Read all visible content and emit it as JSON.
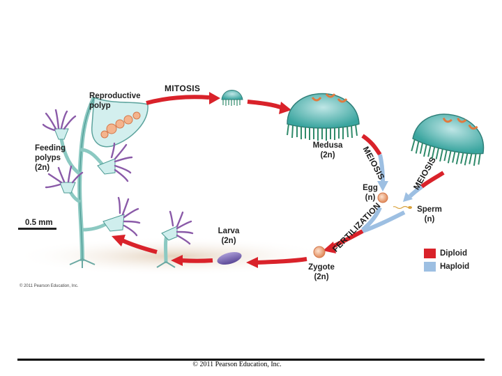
{
  "labels": {
    "reproductive_polyp_1": "Reproductive",
    "reproductive_polyp_2": "polyp",
    "feeding_polyps_1": "Feeding",
    "feeding_polyps_2": "polyps",
    "feeding_polyps_3": "(2n)",
    "scale": "0.5 mm",
    "medusa_1": "Medusa",
    "medusa_2": "(2n)",
    "egg_1": "Egg",
    "egg_2": "(n)",
    "sperm_1": "Sperm",
    "sperm_2": "(n)",
    "zygote_1": "Zygote",
    "zygote_2": "(2n)",
    "larva_1": "Larva",
    "larva_2": "(2n)"
  },
  "processes": {
    "mitosis": "MITOSIS",
    "meiosis_1": "MEIOSIS",
    "meiosis_2": "MEIOSIS",
    "fertilization": "FERTILIZATION"
  },
  "legend": {
    "diploid": {
      "label": "Diploid",
      "color": "#d9222a"
    },
    "haploid": {
      "label": "Haploid",
      "color": "#9dbfe2"
    }
  },
  "image_copyright": "© 2011 Pearson Education, Inc.",
  "footer": "© 2011 Pearson Education, Inc."
}
